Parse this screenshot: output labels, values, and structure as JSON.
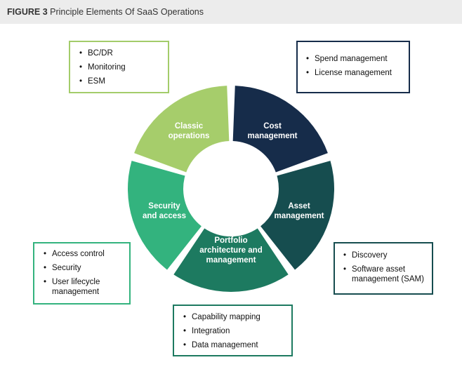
{
  "figure": {
    "label": "FIGURE 3",
    "title": "Principle Elements Of SaaS Operations"
  },
  "segments": [
    {
      "id": "classic",
      "lines": [
        "Classic",
        "operations"
      ],
      "color": "#a6cd6b",
      "text_color": "#111111"
    },
    {
      "id": "cost",
      "lines": [
        "Cost",
        "management"
      ],
      "color": "#162c4a",
      "text_color": "#ffffff"
    },
    {
      "id": "asset",
      "lines": [
        "Asset",
        "management"
      ],
      "color": "#164d4f",
      "text_color": "#ffffff"
    },
    {
      "id": "portfolio",
      "lines": [
        "Portfolio",
        "architecture and",
        "management"
      ],
      "color": "#1d7a60",
      "text_color": "#ffffff"
    },
    {
      "id": "security",
      "lines": [
        "Security",
        "and access"
      ],
      "color": "#33b37e",
      "text_color": "#111111"
    }
  ],
  "boxes": {
    "classic": {
      "items": [
        "BC/DR",
        "Monitoring",
        "ESM"
      ]
    },
    "cost": {
      "items": [
        "Spend management",
        "License management"
      ]
    },
    "asset": {
      "items": [
        "Discovery",
        "Software asset management (SAM)"
      ]
    },
    "portfolio": {
      "items": [
        "Capability mapping",
        "Integration",
        "Data management"
      ]
    },
    "security": {
      "items": [
        "Access control",
        "Security",
        "User lifecycle management"
      ]
    }
  }
}
